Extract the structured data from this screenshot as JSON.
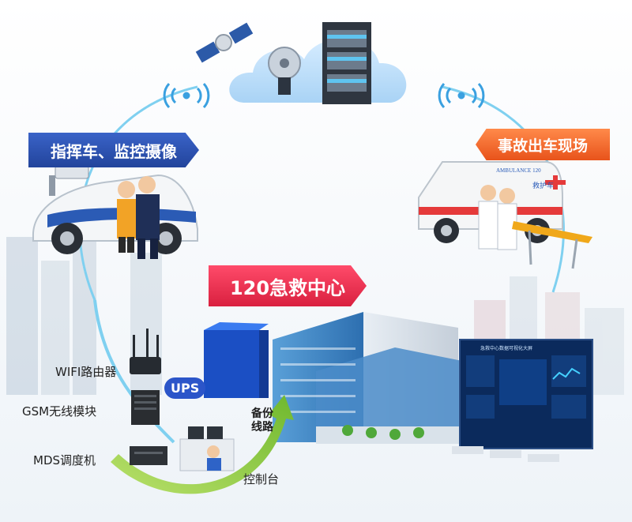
{
  "tags": {
    "command_vehicle": "指挥车、监控摄像",
    "accident_scene": "事故出车现场",
    "emergency_center": "120急救中心"
  },
  "devices": {
    "wifi_router": "WIFI路由器",
    "gsm_module": "GSM无线模块",
    "mds_dispatcher": "MDS调度机",
    "console": "控制台",
    "ups": "UPS",
    "backup_line": "备份\n线路"
  },
  "ambulance": {
    "brand": "AMBULANCE 120",
    "side_text": "救护车"
  },
  "screen": {
    "title": "急救中心数据可视化大屏"
  },
  "colors": {
    "blue_tag": "#2a4fb0",
    "orange_tag": "#f06a2a",
    "red_tag": "#e8304f",
    "loop_arc": "#7fd0f0",
    "backup_arrow": "#8bc83a"
  }
}
